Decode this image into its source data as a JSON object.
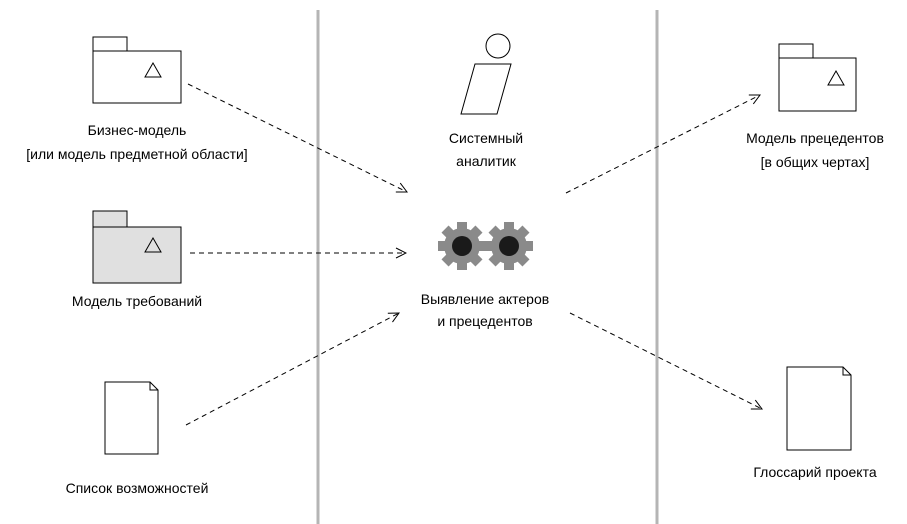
{
  "left_artifacts": {
    "business_model": {
      "label_line1": "Бизнес-модель",
      "label_line2": "[или модель предметной области]"
    },
    "requirements_model": {
      "label": "Модель требований"
    },
    "feature_list": {
      "label": "Список возможностей"
    }
  },
  "worker": {
    "label_line1": "Системный",
    "label_line2": "аналитик"
  },
  "activity": {
    "label_line1": "Выявление актеров",
    "label_line2": "и прецедентов"
  },
  "right_artifacts": {
    "use_case_model": {
      "label_line1": "Модель прецедентов",
      "label_line2": "[в общих чертах]"
    },
    "glossary": {
      "label": "Глоссарий проекта"
    }
  },
  "colors": {
    "swimlane_divider": "#b5b5b5",
    "package_fill_highlighted": "#e0e0e0",
    "gear": "#8a8a8a",
    "gear_hub": "#1a1a1a"
  }
}
